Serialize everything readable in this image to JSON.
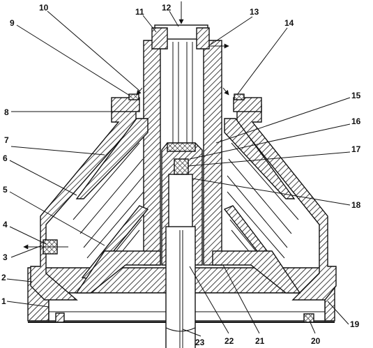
{
  "colors": {
    "ink": "#111111",
    "paper": "#ffffff"
  },
  "labels": [
    {
      "id": "1",
      "text": "1"
    },
    {
      "id": "2",
      "text": "2"
    },
    {
      "id": "3",
      "text": "3"
    },
    {
      "id": "4",
      "text": "4"
    },
    {
      "id": "5",
      "text": "5"
    },
    {
      "id": "6",
      "text": "6"
    },
    {
      "id": "7",
      "text": "7"
    },
    {
      "id": "8",
      "text": "8"
    },
    {
      "id": "9",
      "text": "9"
    },
    {
      "id": "10",
      "text": "10"
    },
    {
      "id": "11",
      "text": "11"
    },
    {
      "id": "12",
      "text": "12"
    },
    {
      "id": "13",
      "text": "13"
    },
    {
      "id": "14",
      "text": "14"
    },
    {
      "id": "15",
      "text": "15"
    },
    {
      "id": "16",
      "text": "16"
    },
    {
      "id": "17",
      "text": "17"
    },
    {
      "id": "18",
      "text": "18"
    },
    {
      "id": "19",
      "text": "19"
    },
    {
      "id": "20",
      "text": "20"
    },
    {
      "id": "21",
      "text": "21"
    },
    {
      "id": "22",
      "text": "22"
    },
    {
      "id": "23",
      "text": "23"
    }
  ]
}
